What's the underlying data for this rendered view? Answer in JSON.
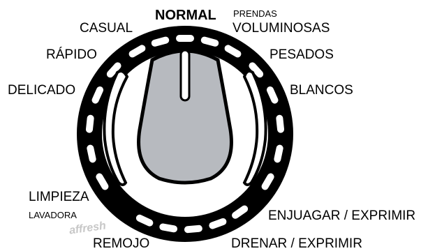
{
  "dial": {
    "colors": {
      "ring": "#000000",
      "ring_slots": "#ffffff",
      "knob_fill": "#b7babf",
      "knob_stroke": "#000000",
      "knob_mark": "#ffffff",
      "text": "#000000",
      "brand": "#c7c7c7"
    },
    "cycles": {
      "normal": "NORMAL",
      "prendas": "PRENDAS",
      "voluminosas": "VOLUMINOSAS",
      "casual": "CASUAL",
      "rapido": "RÁPIDO",
      "pesados": "PESADOS",
      "delicado": "DELICADO",
      "blancos": "BLANCOS",
      "limpieza": "LIMPIEZA",
      "lavadora": "LAVADORA",
      "affresh": "affresh",
      "remojo": "REMOJO",
      "enjuagar_exprimir": "ENJUAGAR / EXPRIMIR",
      "drenar_exprimir": "DRENAR / EXPRIMIR"
    }
  }
}
